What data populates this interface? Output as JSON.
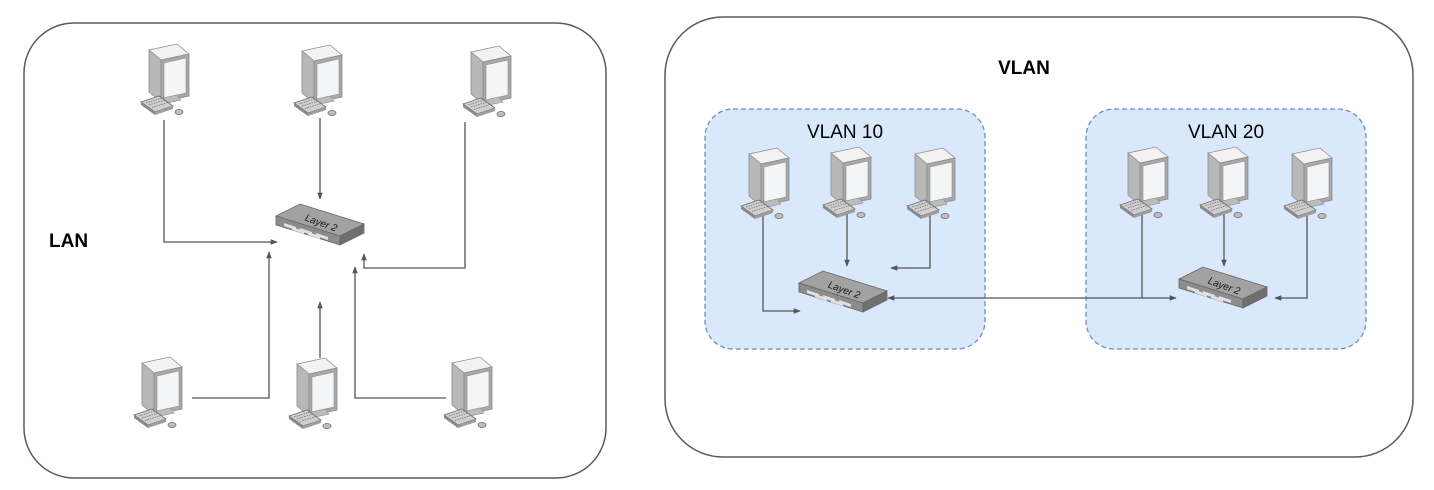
{
  "lan_panel": {
    "title": "LAN",
    "switch_label": "Layer 2"
  },
  "vlan_panel": {
    "title": "VLAN",
    "groups": [
      {
        "title": "VLAN 10",
        "switch_label": "Layer 2"
      },
      {
        "title": "VLAN 20",
        "switch_label": "Layer 2"
      }
    ]
  },
  "colors": {
    "panel_border": "#5a5a5a",
    "vlan_fill": "#dae8fc",
    "vlan_border": "#6c8ebf",
    "connector": "#555555",
    "switch_body": "#9a9a9a"
  },
  "icons": {
    "computer": "desktop-computer-icon",
    "switch": "layer2-switch-icon"
  }
}
